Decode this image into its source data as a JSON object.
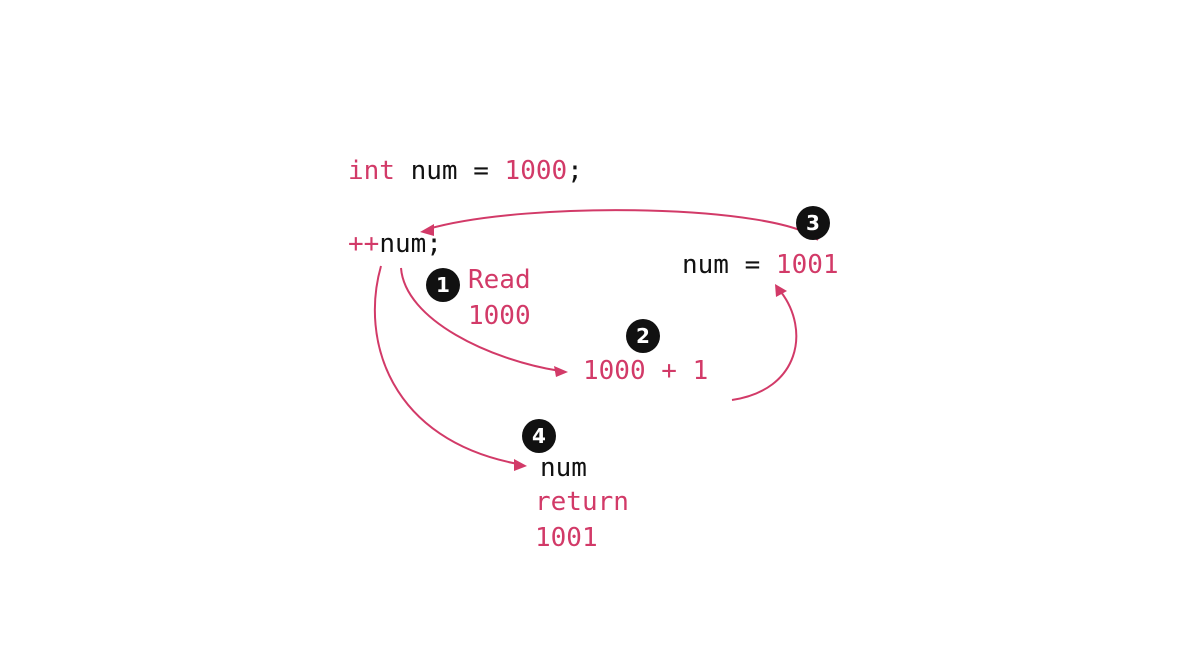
{
  "declaration": {
    "keyword": "int",
    "rest": " num = ",
    "value": "1000",
    "end": ";"
  },
  "statement": {
    "operator": "++",
    "operand": "num",
    "end": ";"
  },
  "step1": {
    "badge": "1",
    "line1": "Read",
    "line2": "1000"
  },
  "step2": {
    "badge": "2",
    "text": "1000 + 1"
  },
  "step3": {
    "badge": "3",
    "label": "num = ",
    "value": "1001"
  },
  "step4": {
    "badge": "4",
    "label": "num",
    "line2": "return",
    "line3": "1001"
  },
  "colors": {
    "accent": "#d23a68",
    "text": "#111111",
    "badge": "#111111",
    "background": "#ffffff"
  }
}
